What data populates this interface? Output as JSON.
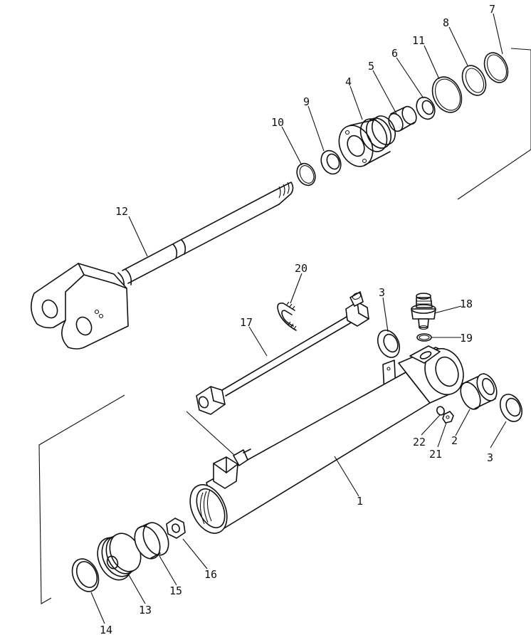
{
  "diagram": {
    "callouts": [
      {
        "id": "1",
        "text": "1"
      },
      {
        "id": "2",
        "text": "2"
      },
      {
        "id": "3a",
        "text": "3"
      },
      {
        "id": "3b",
        "text": "3"
      },
      {
        "id": "4",
        "text": "4"
      },
      {
        "id": "5",
        "text": "5"
      },
      {
        "id": "6",
        "text": "6"
      },
      {
        "id": "7",
        "text": "7"
      },
      {
        "id": "8",
        "text": "8"
      },
      {
        "id": "9",
        "text": "9"
      },
      {
        "id": "10",
        "text": "10"
      },
      {
        "id": "11",
        "text": "11"
      },
      {
        "id": "12",
        "text": "12"
      },
      {
        "id": "13",
        "text": "13"
      },
      {
        "id": "14",
        "text": "14"
      },
      {
        "id": "15",
        "text": "15"
      },
      {
        "id": "16",
        "text": "16"
      },
      {
        "id": "17",
        "text": "17"
      },
      {
        "id": "18",
        "text": "18"
      },
      {
        "id": "19",
        "text": "19"
      },
      {
        "id": "20",
        "text": "20"
      },
      {
        "id": "21",
        "text": "21"
      },
      {
        "id": "22",
        "text": "22"
      }
    ]
  }
}
